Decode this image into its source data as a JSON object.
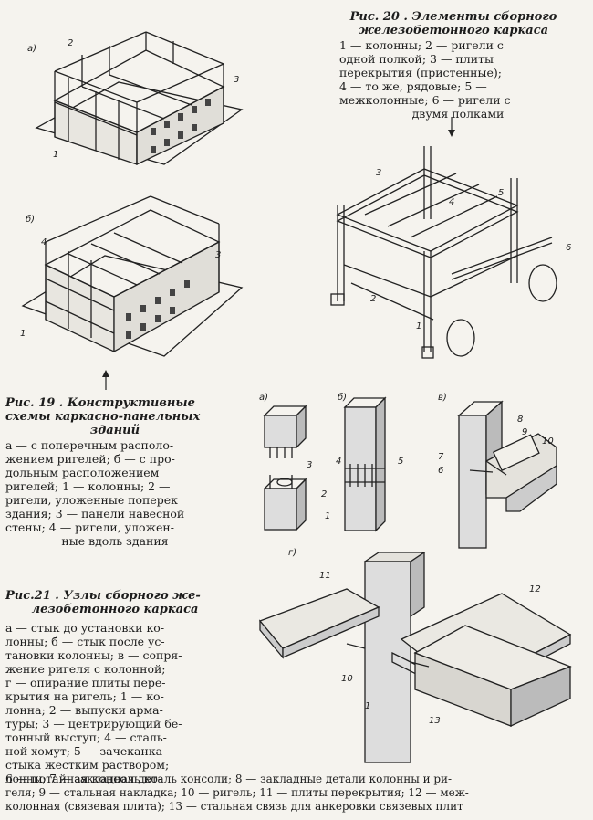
{
  "fig19": {
    "title_lines": [
      "Рис.   19 . Конструктивные",
      "схемы    каркасно-панельных",
      "зданий"
    ],
    "text_lines": [
      "а — с поперечным располо-",
      "жением ригелей; б — с про-",
      "дольным      расположением",
      "ригелей;  1 — колонны;  2 —",
      "ригели, уложенные поперек",
      "здания; 3 — панели навесной",
      "стены;  4 — ригели,  уложен-",
      "ные вдоль здания"
    ],
    "sub_a": "а)",
    "sub_b": "б)",
    "labels_a": [
      "2",
      "3",
      "1"
    ],
    "labels_b": [
      "4",
      "3",
      "1"
    ]
  },
  "fig20": {
    "title_lines": [
      "Рис. 20 . Элементы сборного",
      "железобетонного каркаса"
    ],
    "text_lines": [
      "1 — колонны;   2 — ригели с",
      "одной    полкой;   3 — плиты",
      "перекрытия       (пристенные);",
      "4 — то    же,   рядовые;   5 —",
      "межколонные; 6 — ригели с",
      "двумя полками"
    ],
    "labels": [
      "3",
      "4",
      "5",
      "2",
      "6",
      "1"
    ]
  },
  "fig21": {
    "title_lines": [
      "Рис.21 . Узлы сборного же-",
      "лезобетонного каркаса"
    ],
    "text_lines": [
      "а — стык до установки ко-",
      "лонны;  б — стык после  ус-",
      "тановки колонны; в — сопря-",
      "жение ригеля с колонной;",
      "г — опирание плиты пере-",
      "крытия на ригель;  1 — ко-",
      "лонна;  2 — выпуски арма-",
      "туры; 3 — центрирующий бе-",
      "тонный выступ;   4 — сталь-",
      "ной  хомут;   5 — зачеканка",
      "стыка жестким раствором;",
      "6 — потайная консоль ко-"
    ],
    "wide_lines": [
      "лонны; 7 — закладная деталь консоли; 8 — закладные детали колонны и ри-",
      "геля; 9 — стальная накладка; 10 — ригель; 11 — плиты перекрытия; 12 — меж-",
      "колонная (связевая плита); 13 — стальная связь для анкеровки связевых плит"
    ],
    "sub_a": "а)",
    "sub_b": "б)",
    "sub_v": "в)",
    "sub_g": "г)",
    "labels_a": [
      "3",
      "2",
      "1"
    ],
    "labels_b": [
      "4",
      "5"
    ],
    "labels_v": [
      "8",
      "9",
      "10",
      "7",
      "6"
    ],
    "labels_g": [
      "11",
      "12",
      "10",
      "1",
      "13"
    ]
  }
}
